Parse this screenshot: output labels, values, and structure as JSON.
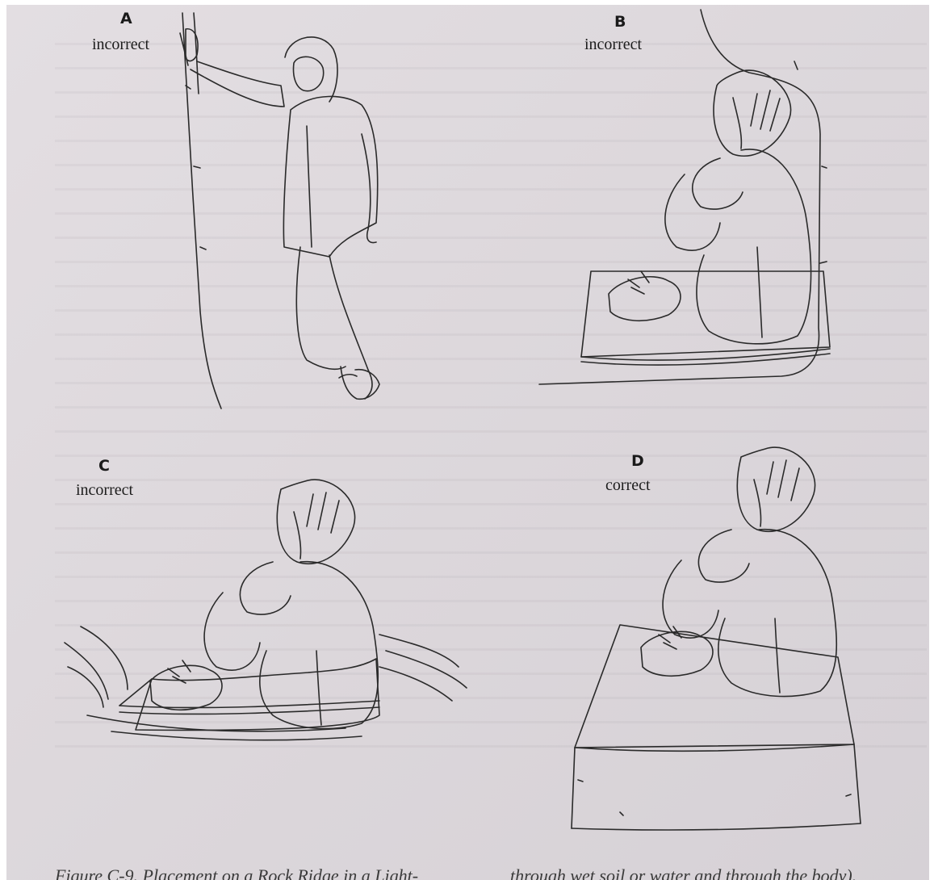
{
  "panels": [
    {
      "letter": "A",
      "caption": "incorrect"
    },
    {
      "letter": "B",
      "caption": "incorrect"
    },
    {
      "letter": "C",
      "caption": "incorrect"
    },
    {
      "letter": "D",
      "caption": "correct"
    }
  ],
  "footer": {
    "left": "Figure C-9. Placement on a Rock Ridge in a Light-",
    "right": "through wet soil or water and through the body)."
  }
}
